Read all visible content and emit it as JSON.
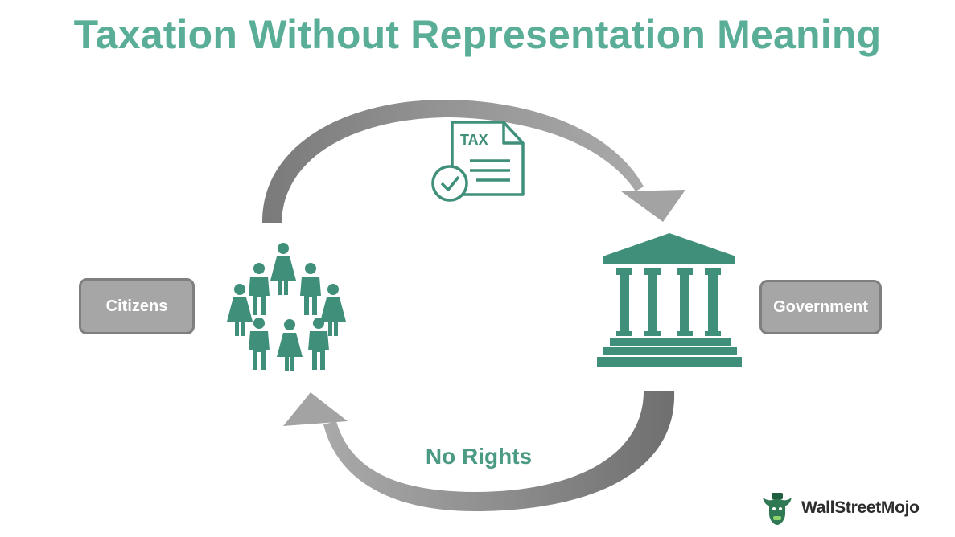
{
  "title": "Taxation Without Representation Meaning",
  "nodes": {
    "citizens": "Citizens",
    "government": "Government"
  },
  "flows": {
    "tax_icon_text": "TAX",
    "bottom_label": "No Rights"
  },
  "brand": {
    "name": "WallStreetMojo"
  },
  "colors": {
    "teal": "#3f8f7a",
    "title_teal": "#5aae98",
    "arrow_gray": "#8c8c8c",
    "box_gray": "#a6a6a6"
  },
  "icons": [
    "tax-document-icon",
    "people-group-icon",
    "government-building-icon",
    "bull-logo-icon"
  ]
}
